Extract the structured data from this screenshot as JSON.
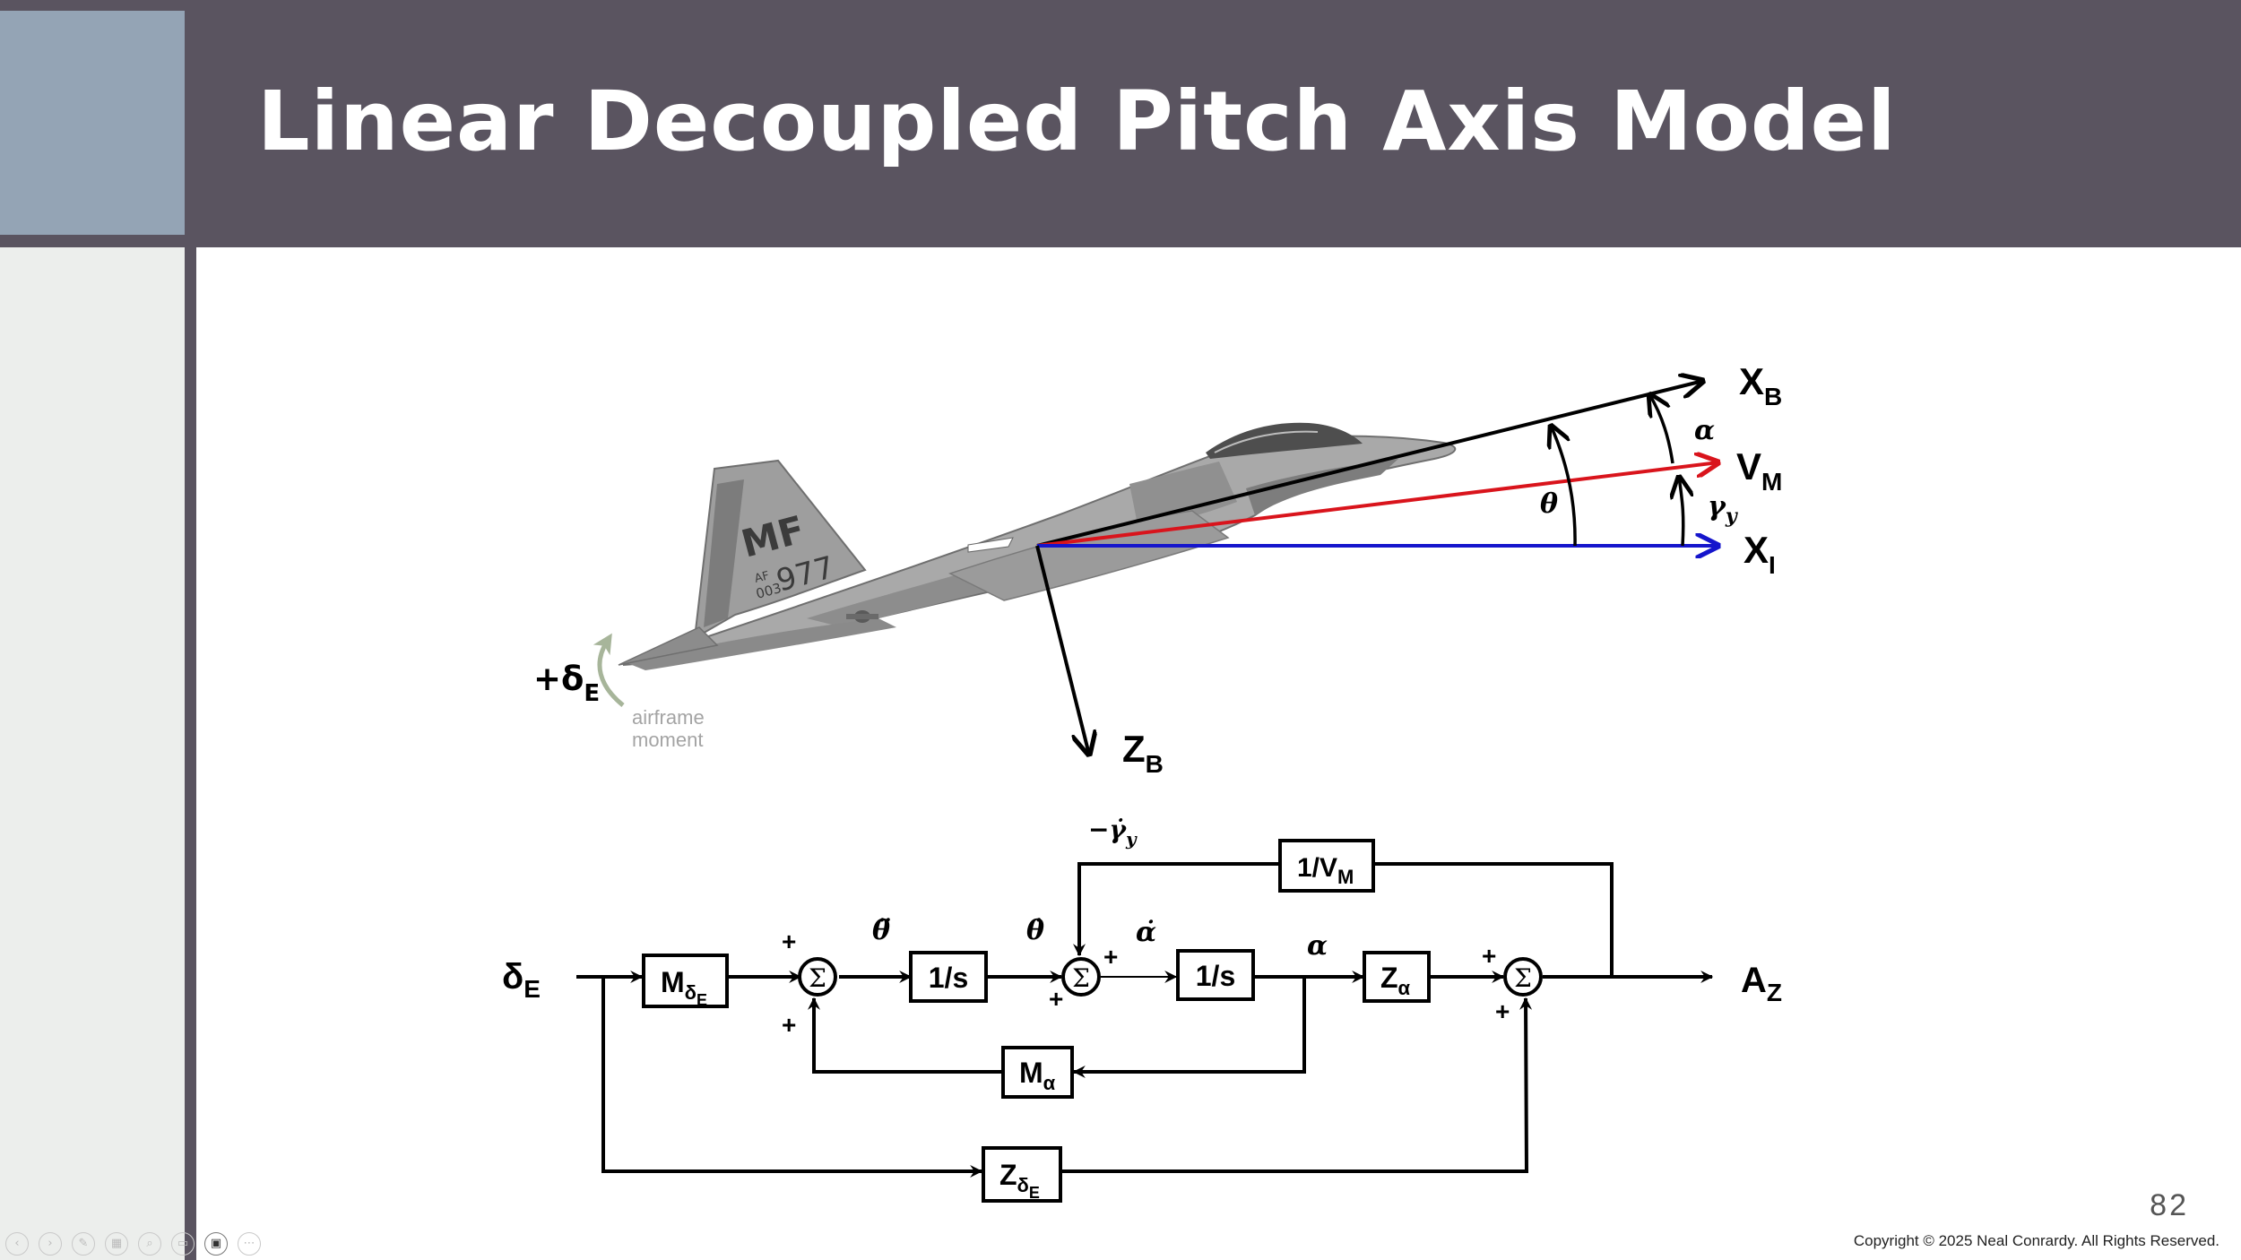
{
  "slide": {
    "title": "Linear Decoupled Pitch Axis Model",
    "slide_number": "82",
    "copyright": "Copyright © 2025 Neal Conrardy. All Rights Reserved."
  },
  "aircraft": {
    "tail_code": "MF",
    "tail_number": "977",
    "tail_serial_prefix": "AF",
    "tail_serial": "003",
    "elevator_label": "+δ",
    "elevator_sub": "E",
    "moment_line1": "airframe",
    "moment_line2": "moment"
  },
  "axes": {
    "xb": "X",
    "xb_sub": "B",
    "vm": "V",
    "vm_sub": "M",
    "xi": "X",
    "xi_sub": "I",
    "zb": "Z",
    "zb_sub": "B",
    "alpha": "α",
    "theta": "θ",
    "gamma": "γ",
    "gamma_sub": "y"
  },
  "block_diagram": {
    "input": "δ",
    "input_sub": "E",
    "output": "A",
    "output_sub": "Z",
    "m_delta_e": "M",
    "m_delta_e_sub": "δ",
    "m_delta_e_subsub": "E",
    "integrator": "1/s",
    "z_alpha": "Z",
    "z_alpha_sub": "α",
    "inv_vm": "1/V",
    "inv_vm_sub": "M",
    "m_alpha": "M",
    "m_alpha_sub": "α",
    "z_delta_e": "Z",
    "z_delta_e_sub": "δ",
    "z_delta_e_subsub": "E",
    "theta_ddot": "θ̈",
    "theta_dot": "θ̇",
    "alpha_dot": "α̇",
    "alpha": "α",
    "gamma_dot": "−γ̇",
    "gamma_dot_sub": "y",
    "sum_symbol": "Σ",
    "plus": "+"
  },
  "colors": {
    "header": "#5a5460",
    "accent": "#94a4b5",
    "vm_vector": "#d9141c",
    "xi_vector": "#1515cc",
    "moment_arrow": "#a7b59a"
  }
}
